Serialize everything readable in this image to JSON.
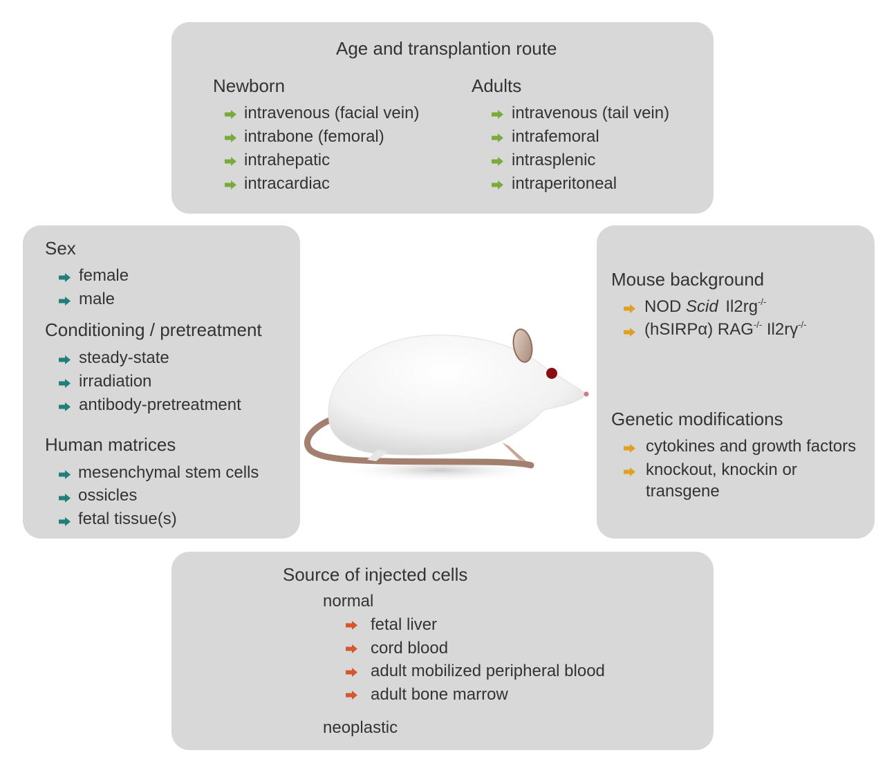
{
  "top": {
    "title": "Age and transplantion route",
    "newborn": {
      "heading": "Newborn",
      "items": [
        "intravenous (facial vein)",
        "intrabone (femoral)",
        "intrahepatic",
        "intracardiac"
      ]
    },
    "adults": {
      "heading": "Adults",
      "items": [
        "intravenous (tail vein)",
        "intrafemoral",
        "intrasplenic",
        "intraperitoneal"
      ]
    }
  },
  "left": {
    "sex": {
      "heading": "Sex",
      "items": [
        "female",
        "male"
      ]
    },
    "conditioning": {
      "heading": "Conditioning / pretreatment",
      "items": [
        "steady-state",
        "irradiation",
        "antibody-pretreatment"
      ]
    },
    "matrices": {
      "heading": "Human matrices",
      "items": [
        "mesenchymal stem cells",
        "ossicles",
        "fetal tissue(s)"
      ]
    }
  },
  "right": {
    "background": {
      "heading": "Mouse background",
      "item1": {
        "a": "NOD",
        "b": "Scid",
        "c": "Il2rg",
        "sup": "-/-"
      },
      "item2": {
        "a": "(hSIRPα) RAG",
        "sup1": "-/-",
        "b": "Il2rγ",
        "sup2": "-/-"
      }
    },
    "genetic": {
      "heading": "Genetic modifications",
      "items": [
        "cytokines and growth factors",
        "knockout, knockin or",
        "transgene"
      ]
    }
  },
  "bottom": {
    "title": "Source of injected cells",
    "normal": "normal",
    "items": [
      "fetal liver",
      "cord blood",
      "adult mobilized peripheral blood",
      "adult bone marrow"
    ],
    "neoplastic": "neoplastic"
  },
  "colors": {
    "panel": "#d8d8d8",
    "green_arrow": "#7aab3a",
    "teal_arrow": "#1f7f7a",
    "orange_arrow": "#e0a024",
    "red_arrow": "#d5572b"
  }
}
